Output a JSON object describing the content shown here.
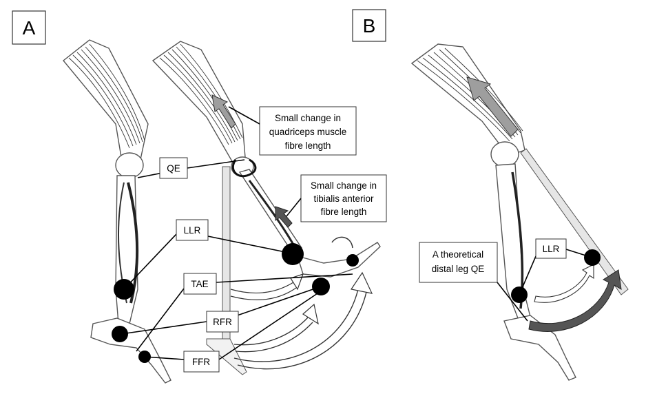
{
  "panels": {
    "a": {
      "label": "A"
    },
    "b": {
      "label": "B"
    }
  },
  "labels": {
    "qe": "QE",
    "llr_a": "LLR",
    "tae": "TAE",
    "rfr": "RFR",
    "ffr": "FFR",
    "llr_b": "LLR"
  },
  "callouts": {
    "quadriceps": [
      "Small change in",
      "quadriceps muscle",
      "fibre length"
    ],
    "tibialis": [
      "Small change in",
      "tibialis anterior",
      "fibre length"
    ],
    "theoretical_qe": [
      "A theoretical",
      "distal leg QE"
    ]
  },
  "colors": {
    "muscle_arrow": "#9e9e9e",
    "dark_arrow": "#555555",
    "node": "#000000",
    "rod": "#e6e6e6"
  }
}
